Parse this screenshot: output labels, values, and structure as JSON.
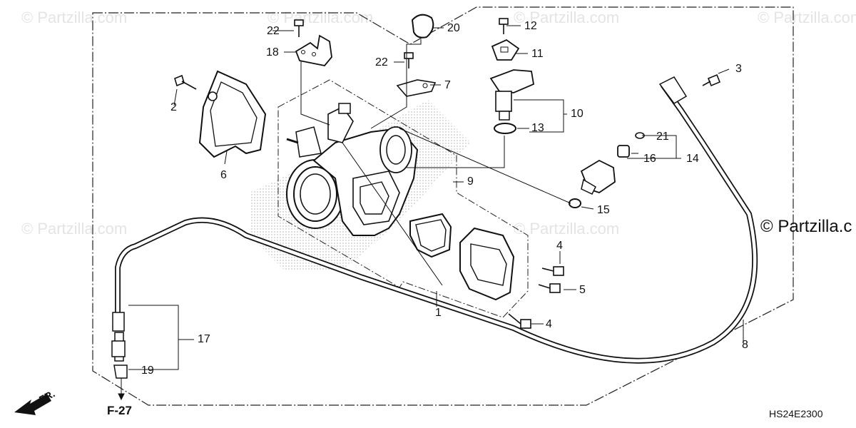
{
  "watermarks": [
    "© Partzilla.com",
    "© Partzilla.com",
    "© Partzilla.com",
    "© Partzilla.com",
    "© Partzilla.com",
    "© Partzilla.com"
  ],
  "copyright_text": "© Partzilla.c",
  "direction_label": "FR.",
  "page_reference": "F-27",
  "diagram_code": "HS24E2300",
  "callouts": {
    "c1": "1",
    "c2": "2",
    "c3": "3",
    "c4a": "4",
    "c4b": "4",
    "c5": "5",
    "c6": "6",
    "c7": "7",
    "c8": "8",
    "c9": "9",
    "c10": "10",
    "c11": "11",
    "c12": "12",
    "c13": "13",
    "c14": "14",
    "c15": "15",
    "c16": "16",
    "c17": "17",
    "c18": "18",
    "c19": "19",
    "c20": "20",
    "c21": "21",
    "c22a": "22",
    "c22b": "22"
  }
}
